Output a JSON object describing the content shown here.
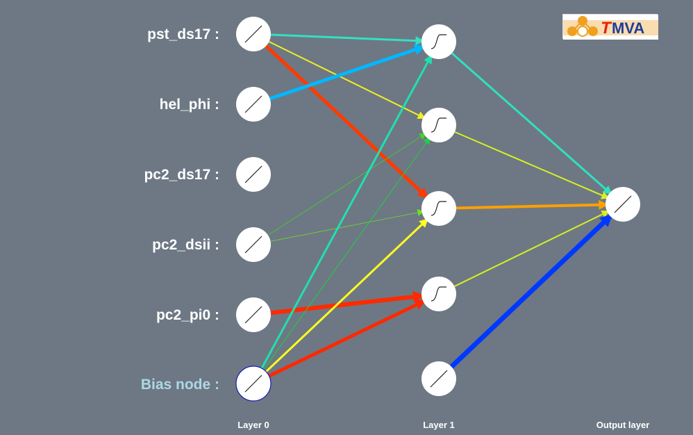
{
  "inputs": [
    "pst_ds17 :",
    "hel_phi :",
    "pc2_ds17 :",
    "pc2_dsii :",
    "pc2_pi0 :",
    "Bias node :"
  ],
  "layers": {
    "l0": "Layer 0",
    "l1": "Layer 1",
    "out": "Output layer"
  },
  "logo": {
    "text_t": "T",
    "text_mva": "MVA"
  },
  "colors": {
    "background": "#6d7884",
    "node_fill": "#ffffff",
    "label_text": "#ffffff",
    "bias_label": "#add8e6",
    "logo_orange": "#f0a020",
    "logo_red": "#e8220a",
    "logo_blue": "#1f3b9c"
  },
  "nodes": {
    "layer0": [
      {
        "id": "in-1",
        "type": "linear"
      },
      {
        "id": "in-2",
        "type": "linear"
      },
      {
        "id": "in-3",
        "type": "linear"
      },
      {
        "id": "in-4",
        "type": "linear"
      },
      {
        "id": "in-5",
        "type": "linear"
      },
      {
        "id": "in-bias",
        "type": "linear"
      }
    ],
    "layer1": [
      {
        "id": "h-1",
        "type": "sigmoid"
      },
      {
        "id": "h-2",
        "type": "sigmoid"
      },
      {
        "id": "h-3",
        "type": "sigmoid"
      },
      {
        "id": "h-4",
        "type": "sigmoid"
      },
      {
        "id": "h-bias",
        "type": "linear"
      }
    ],
    "output": [
      {
        "id": "out-1",
        "type": "linear"
      }
    ]
  },
  "connections": [
    {
      "from": "in-1",
      "to": "h-1",
      "color": "#33e0c0",
      "width": 3
    },
    {
      "from": "in-1",
      "to": "h-2",
      "color": "#f0f020",
      "width": 2
    },
    {
      "from": "in-1",
      "to": "h-3",
      "color": "#ff3a00",
      "width": 5
    },
    {
      "from": "in-2",
      "to": "h-1",
      "color": "#00b8ff",
      "width": 5
    },
    {
      "from": "in-4",
      "to": "h-2",
      "color": "#3ed820",
      "width": 0.8
    },
    {
      "from": "in-4",
      "to": "h-3",
      "color": "#70e020",
      "width": 0.8
    },
    {
      "from": "in-5",
      "to": "h-4",
      "color": "#ff2a00",
      "width": 6
    },
    {
      "from": "in-bias",
      "to": "h-1",
      "color": "#20e0b0",
      "width": 3
    },
    {
      "from": "in-bias",
      "to": "h-2",
      "color": "#20d040",
      "width": 1
    },
    {
      "from": "in-bias",
      "to": "h-3",
      "color": "#ffff20",
      "width": 3
    },
    {
      "from": "in-bias",
      "to": "h-4",
      "color": "#ff2800",
      "width": 5
    },
    {
      "from": "h-1",
      "to": "out-1",
      "color": "#30e0c0",
      "width": 3
    },
    {
      "from": "h-2",
      "to": "out-1",
      "color": "#d8f020",
      "width": 2
    },
    {
      "from": "h-3",
      "to": "out-1",
      "color": "#ffa000",
      "width": 4
    },
    {
      "from": "h-4",
      "to": "out-1",
      "color": "#d8f020",
      "width": 2
    },
    {
      "from": "h-bias",
      "to": "out-1",
      "color": "#0038ff",
      "width": 7
    }
  ]
}
